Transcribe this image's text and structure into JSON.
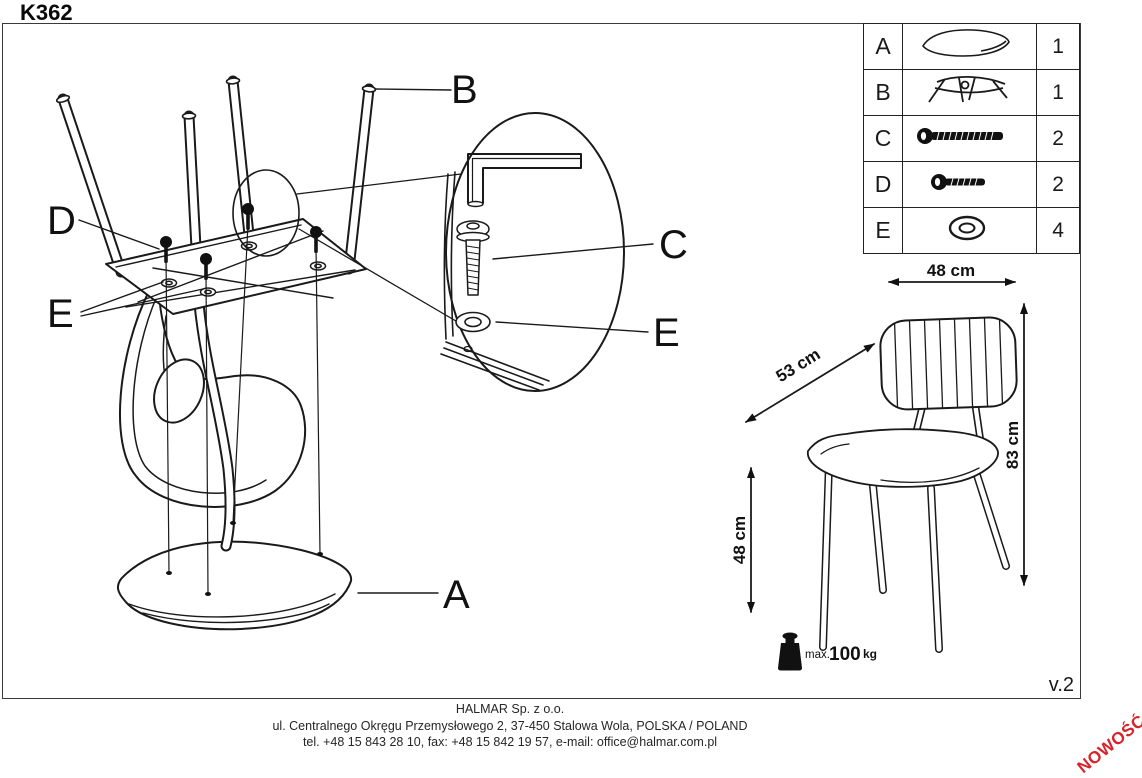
{
  "title": "K362",
  "version": "v.2",
  "new_badge": "NOWOŚĆ",
  "colors": {
    "line": "#1a1a1a",
    "accent_red": "#d8232a"
  },
  "parts_table": {
    "rows": [
      {
        "part": "A",
        "icon": "seat-icon",
        "qty": "1"
      },
      {
        "part": "B",
        "icon": "frame-icon",
        "qty": "1"
      },
      {
        "part": "C",
        "icon": "long-bolt-icon",
        "qty": "2"
      },
      {
        "part": "D",
        "icon": "short-bolt-icon",
        "qty": "2"
      },
      {
        "part": "E",
        "icon": "washer-icon",
        "qty": "4"
      }
    ]
  },
  "assembly": {
    "labels": {
      "a": "A",
      "b": "B",
      "c": "C",
      "d": "D",
      "e": "E",
      "e2": "E"
    }
  },
  "dimensions": {
    "back_width": "48 cm",
    "depth": "53 cm",
    "height": "83 cm",
    "seat_height": "48 cm",
    "max_load_prefix": "max.",
    "max_load_value": "100",
    "max_load_unit": "kg"
  },
  "footer": {
    "company": "HALMAR Sp. z o.o.",
    "address": "ul. Centralnego Okręgu Przemysłowego 2, 37-450 Stalowa Wola, POLSKA / POLAND",
    "contact": "tel. +48 15 843 28 10, fax: +48 15 842 19 57, e-mail: office@halmar.com.pl"
  }
}
